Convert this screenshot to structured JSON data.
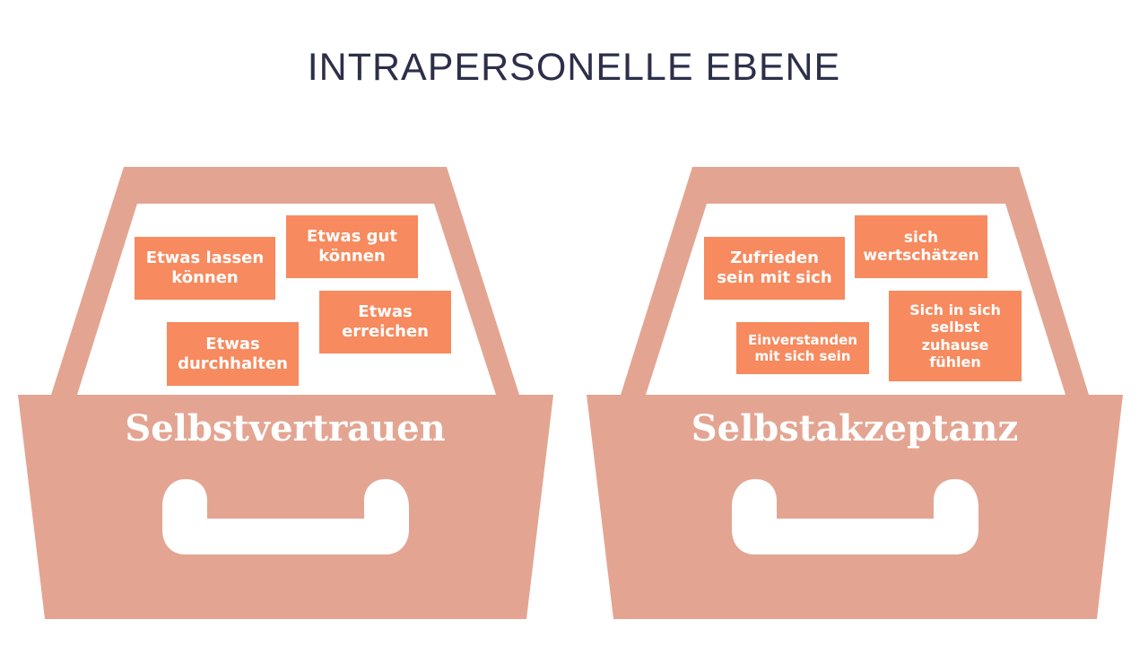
{
  "title": "INTRAPERSONELLE EBENE",
  "colors": {
    "drawer": "#e3a592",
    "note": "#f78a5e",
    "title": "#2d2f4a"
  },
  "drawers": [
    {
      "label": "Selbstvertrauen",
      "notes": [
        "Etwas lassen\nkönnen",
        "Etwas gut\nkönnen",
        "Etwas\nerreichen",
        "Etwas\ndurchhalten"
      ]
    },
    {
      "label": "Selbstakzeptanz",
      "notes": [
        "Zufrieden\nsein mit sich",
        "sich\nwertschätzen",
        "Sich in sich\nselbst\nzuhause\nfühlen",
        "Einverstanden\nmit sich sein"
      ]
    }
  ]
}
